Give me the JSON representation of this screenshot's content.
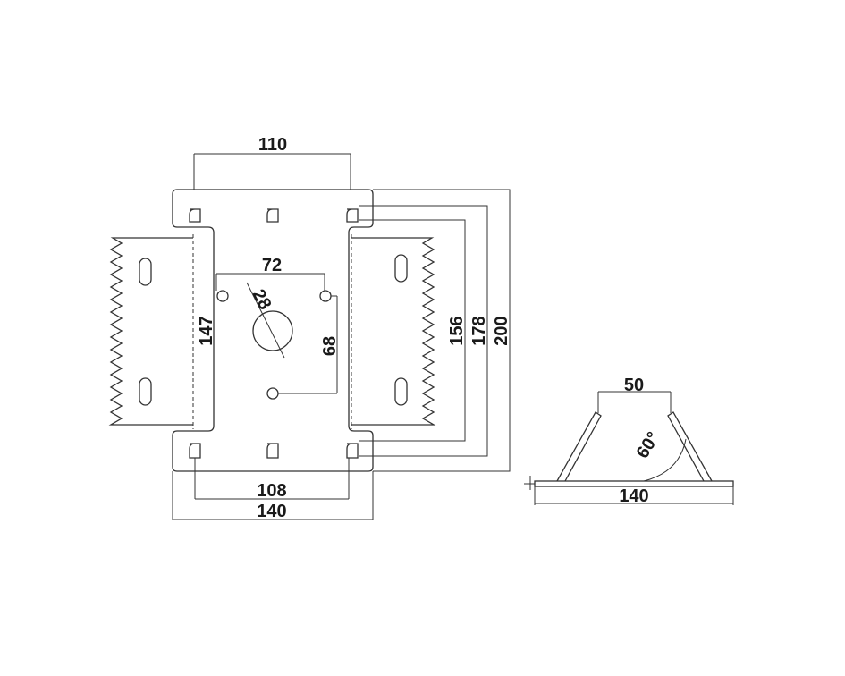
{
  "drawing": {
    "plan_view": {
      "dim_top_width": "110",
      "dim_inner_width": "72",
      "dim_radius": "28",
      "dim_height_inner": "147",
      "dim_bolt_vertical": "68",
      "dim_h1": "156",
      "dim_h2": "178",
      "dim_h3": "200",
      "dim_bottom_inner": "108",
      "dim_bottom_outer": "140"
    },
    "side_view": {
      "dim_top": "50",
      "dim_angle": "60°",
      "dim_base": "140"
    }
  }
}
